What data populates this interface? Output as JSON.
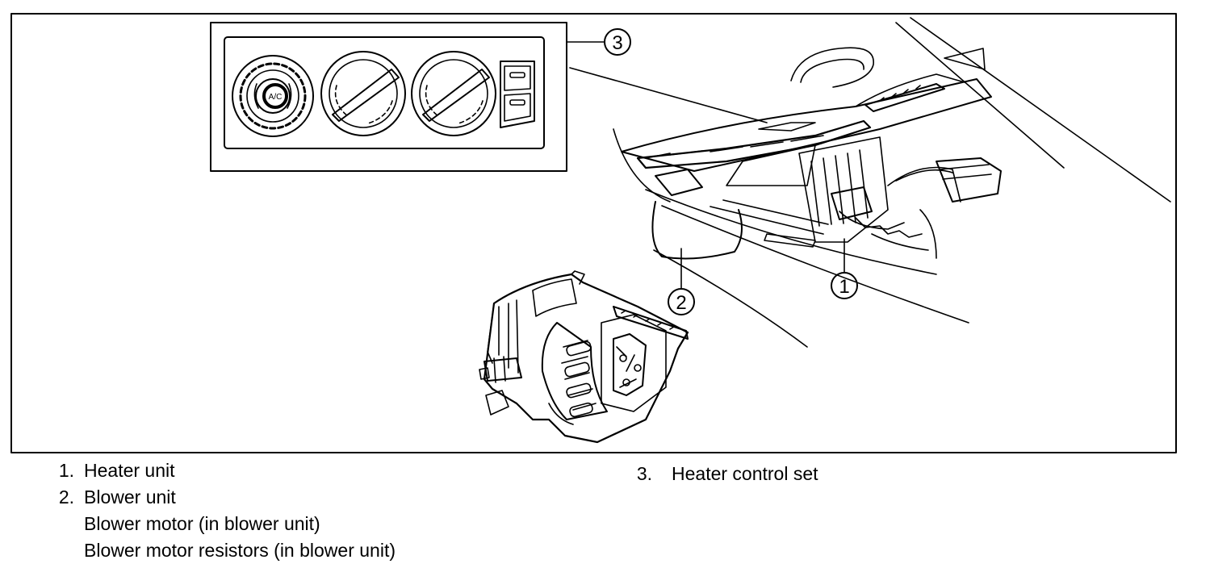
{
  "callouts": {
    "c1": "1",
    "c2": "2",
    "c3": "3",
    "ac_label": "A/C"
  },
  "legend": {
    "items": [
      {
        "number": "1.",
        "text": "Heater unit"
      },
      {
        "number": "2.",
        "text": "Blower unit"
      },
      {
        "number": "3.",
        "text": "Heater control set"
      }
    ],
    "sub_items": [
      "Blower motor (in blower unit)",
      "Blower motor resistors (in blower unit)"
    ]
  },
  "colors": {
    "ink": "#000000",
    "paper": "#ffffff"
  }
}
